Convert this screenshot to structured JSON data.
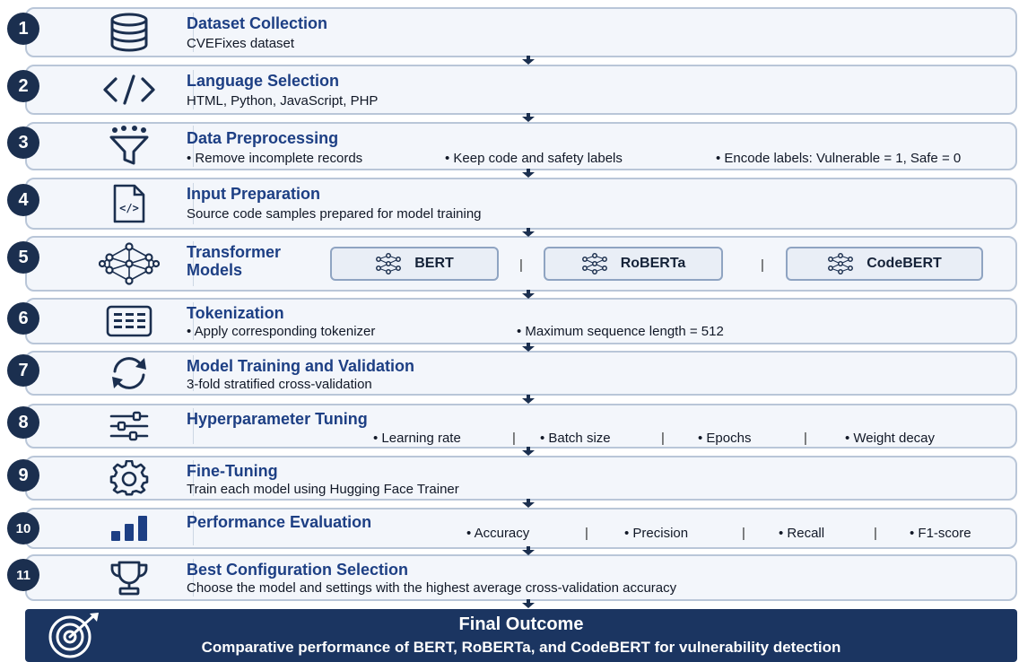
{
  "steps": [
    {
      "num": "1",
      "title": "Dataset Collection",
      "desc": "CVEFixes dataset",
      "icon": "database-icon"
    },
    {
      "num": "2",
      "title": "Language Selection",
      "desc": "HTML, Python, JavaScript, PHP",
      "icon": "code-brackets-icon"
    },
    {
      "num": "3",
      "title": "Data Preprocessing",
      "bullets": [
        "• Remove incomplete records",
        "• Keep code and safety labels",
        "• Encode labels: Vulnerable = 1, Safe = 0"
      ],
      "icon": "funnel-icon"
    },
    {
      "num": "4",
      "title": "Input Preparation",
      "desc": "Source code samples prepared for model training",
      "icon": "code-file-icon"
    },
    {
      "num": "5",
      "title_line1": "Transformer",
      "title_line2": "Models",
      "models": [
        "BERT",
        "RoBERTa",
        "CodeBERT"
      ],
      "separator": "|",
      "icon": "neural-network-icon"
    },
    {
      "num": "6",
      "title": "Tokenization",
      "bullets": [
        "• Apply corresponding tokenizer",
        "• Maximum sequence length = 512"
      ],
      "icon": "token-grid-icon"
    },
    {
      "num": "7",
      "title": "Model Training and Validation",
      "desc": "3-fold stratified cross-validation",
      "icon": "refresh-cycle-icon"
    },
    {
      "num": "8",
      "title": "Hyperparameter Tuning",
      "bullets": [
        "• Learning rate",
        "• Batch size",
        "• Epochs",
        "• Weight decay"
      ],
      "separator": "|",
      "icon": "sliders-icon"
    },
    {
      "num": "9",
      "title": "Fine-Tuning",
      "desc": "Train each model using Hugging Face Trainer",
      "icon": "gear-icon"
    },
    {
      "num": "10",
      "title": "Performance Evaluation",
      "bullets": [
        "• Accuracy",
        "• Precision",
        "• Recall",
        "• F1-score"
      ],
      "separator": "|",
      "icon": "bar-chart-icon"
    },
    {
      "num": "11",
      "title": "Best Configuration Selection",
      "desc": "Choose the model and settings with the highest average cross-validation accuracy",
      "icon": "trophy-icon"
    }
  ],
  "final": {
    "title": "Final Outcome",
    "desc": "Comparative performance of BERT, RoBERTa, and CodeBERT for vulnerability detection",
    "icon": "target-icon"
  },
  "colors": {
    "navy": "#1b2f4f",
    "title_blue": "#1d3f84",
    "box_fill": "#f3f6fb",
    "box_border": "#b9c6d8",
    "final_bg": "#1b3561"
  }
}
